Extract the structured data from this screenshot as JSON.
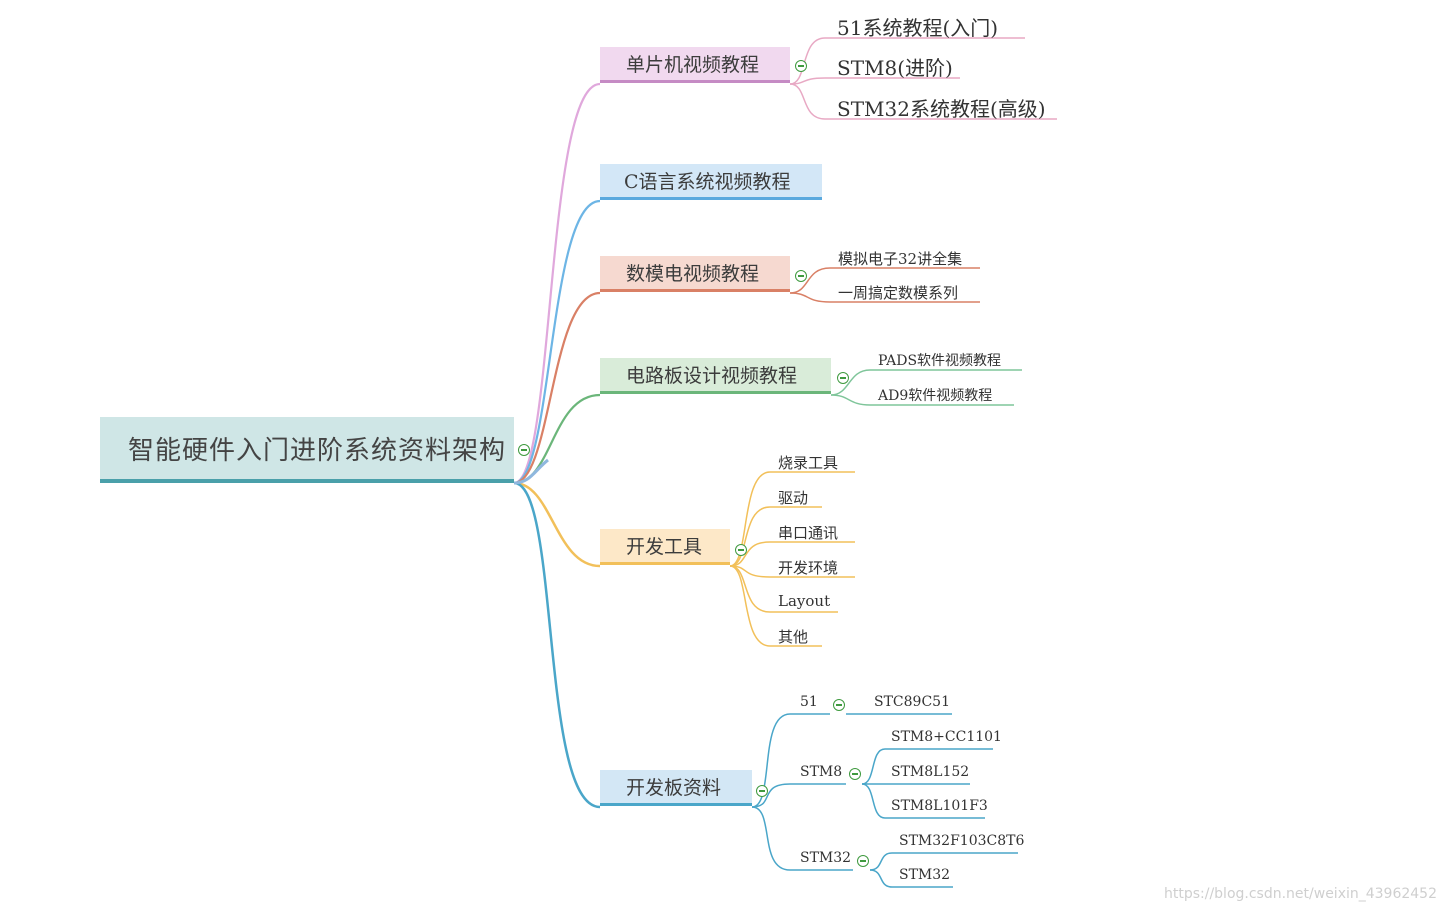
{
  "root": {
    "label": "智能硬件入门进阶系统资料架构",
    "color": "#4aa0aa"
  },
  "branches": [
    {
      "label": "单片机视频教程",
      "bg": "#f1d9ef",
      "color": "#c58bc4",
      "children": [
        "51系统教程(入门)",
        "STM8(进阶)",
        "STM32系统教程(高级)"
      ]
    },
    {
      "label": "C语言系统视频教程",
      "bg": "#d3e7f7",
      "color": "#5aa9de",
      "children": []
    },
    {
      "label": "数模电视频教程",
      "bg": "#f6d9d0",
      "color": "#d98066",
      "children": [
        "模拟电子32讲全集",
        "一周搞定数模系列"
      ]
    },
    {
      "label": "电路板设计视频教程",
      "bg": "#d9ecd9",
      "color": "#6bb67a",
      "children": [
        "PADS软件视频教程",
        "AD9软件视频教程"
      ]
    },
    {
      "label": "开发工具",
      "bg": "#fde8c8",
      "color": "#f2c05a",
      "children": [
        "烧录工具",
        "驱动",
        "串口通讯",
        "开发环境",
        "Layout",
        "其他"
      ]
    },
    {
      "label": "开发板资料",
      "bg": "#d3e7f5",
      "color": "#4aa6c9",
      "children": [
        {
          "label": "51",
          "children": [
            "STC89C51"
          ]
        },
        {
          "label": "STM8",
          "children": [
            "STM8+CC1101",
            "STM8L152",
            "STM8L101F3"
          ]
        },
        {
          "label": "STM32",
          "children": [
            "STM32F103C8T6",
            "STM32"
          ]
        }
      ]
    }
  ],
  "watermark": "https://blog.csdn.net/weixin_43962452"
}
